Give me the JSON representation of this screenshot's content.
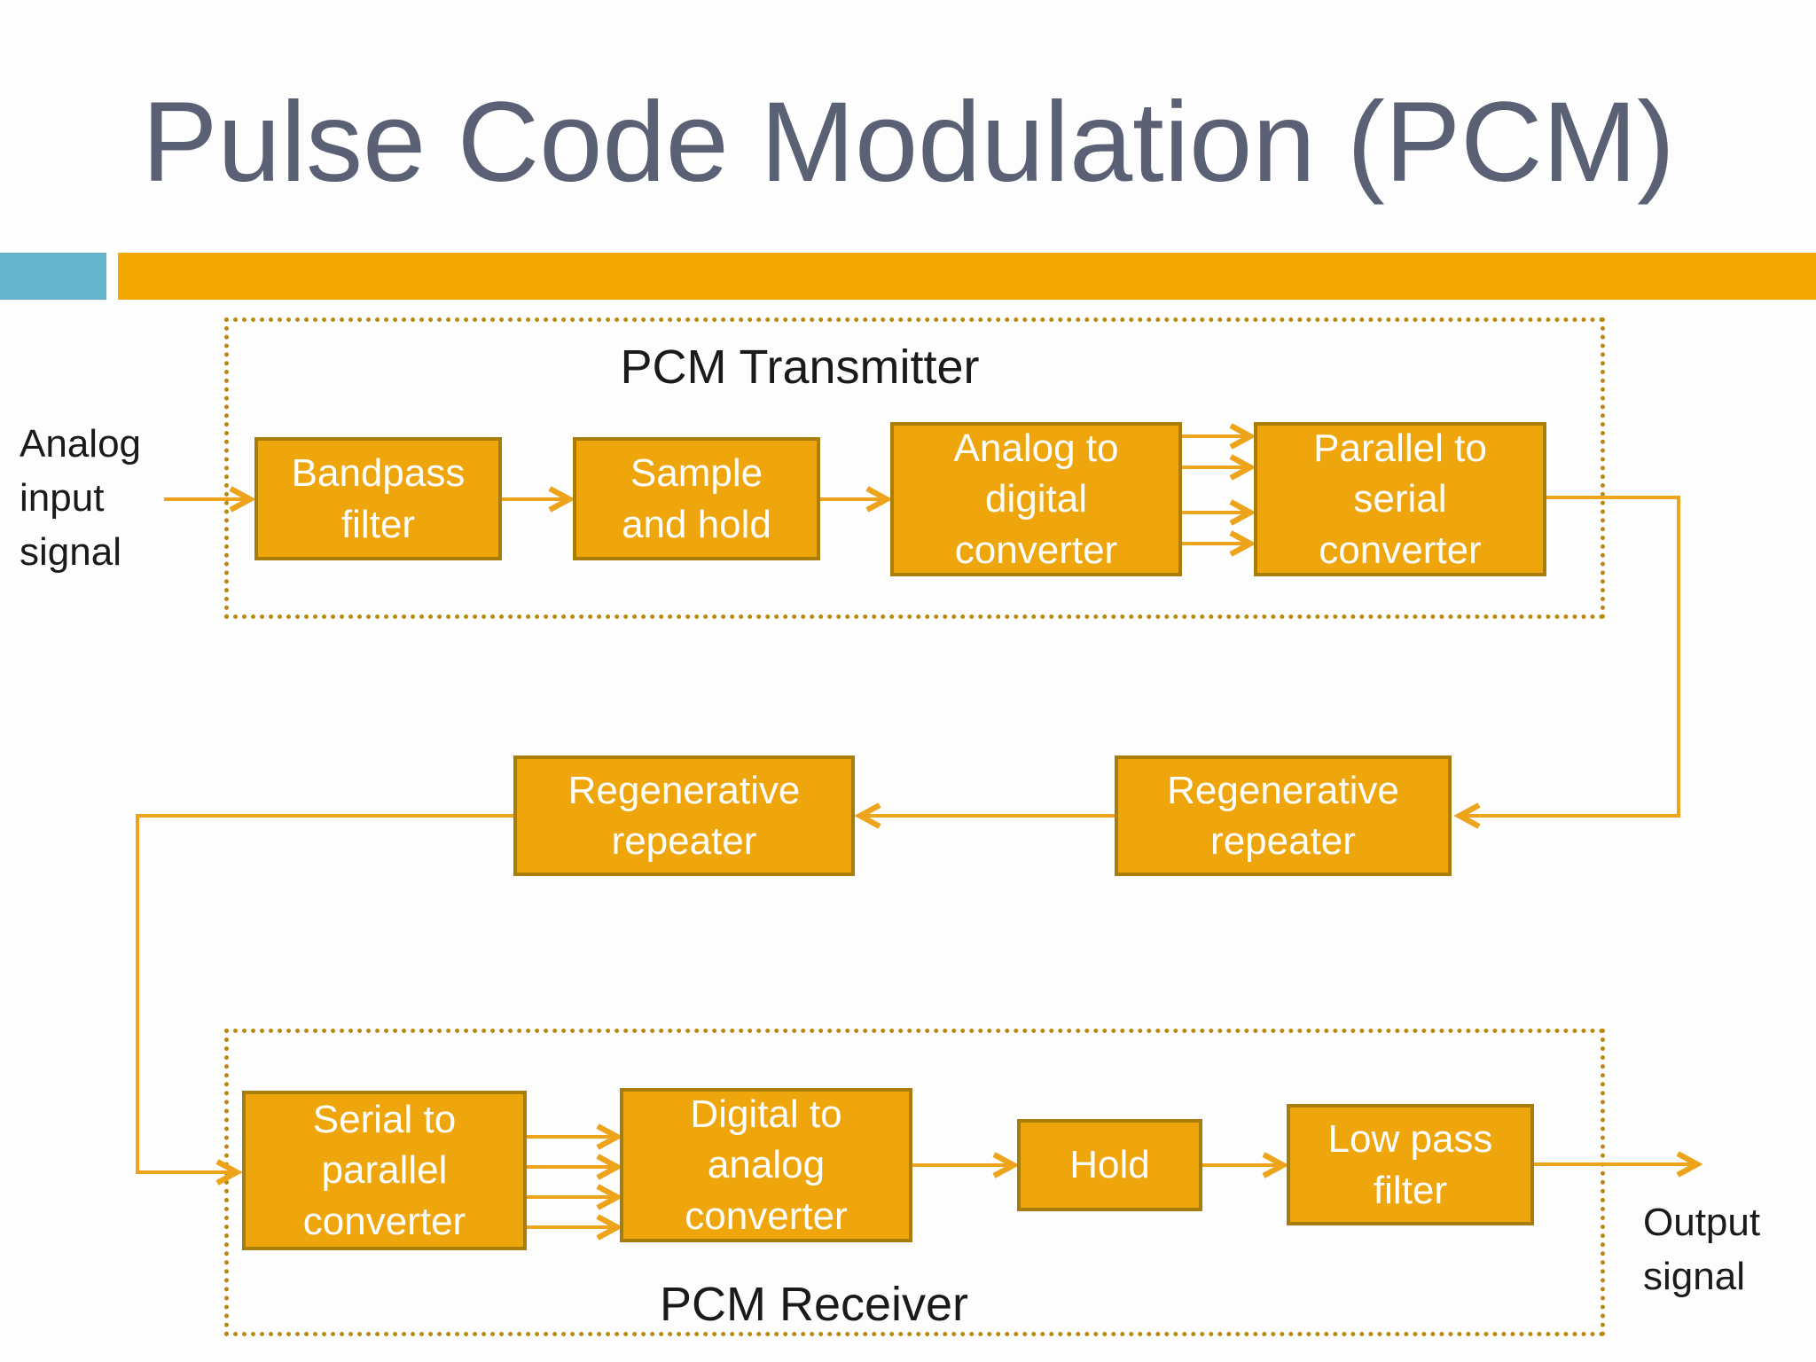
{
  "slide": {
    "title": "Pulse Code Modulation (PCM)"
  },
  "transmitter": {
    "label": "PCM Transmitter"
  },
  "receiver": {
    "label": "PCM Receiver"
  },
  "blocks": {
    "bandpass": "Bandpass\nfilter",
    "sample_hold": "Sample\nand hold",
    "adc": "Analog to\ndigital\nconverter",
    "p2s": "Parallel to\nserial\nconverter",
    "repeater_left": "Regenerative\nrepeater",
    "repeater_right": "Regenerative\nrepeater",
    "s2p": "Serial to\nparallel\nconverter",
    "dac": "Digital to\nanalog\nconverter",
    "hold": "Hold",
    "lpf": "Low pass\nfilter"
  },
  "side_labels": {
    "analog_input": "Analog\ninput\nsignal",
    "output": "Output\nsignal"
  },
  "colors": {
    "title_text": "#5A6175",
    "accent_bar_gold": "#F2A702",
    "accent_bar_blue": "#64B4CC",
    "block_fill": "#EFA50C",
    "block_border": "#A87E08",
    "dotted_outline": "#BB890B",
    "arrow": "#EDA41A",
    "label_text": "#1A1A1A",
    "block_text": "#FFFFFF"
  }
}
